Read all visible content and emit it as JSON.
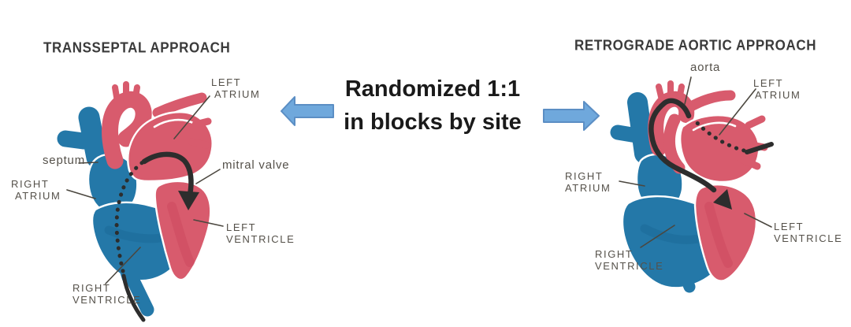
{
  "figure": {
    "center": {
      "text_line1": "Randomized 1:1",
      "text_line2": "in blocks by site",
      "left_arrow_icon": "block-arrow-left",
      "right_arrow_icon": "block-arrow-right"
    },
    "panels": {
      "transseptal": {
        "title": "TRANSSEPTAL APPROACH",
        "labels": {
          "left_atrium": [
            "LEFT",
            "ATRIUM"
          ],
          "septum": [
            "septum"
          ],
          "right_atrium": [
            "RIGHT",
            "ATRIUM"
          ],
          "mitral_valve": [
            "mitral valve"
          ],
          "left_ventricle": [
            "LEFT",
            "VENTRICLE"
          ],
          "right_ventricle": [
            "RIGHT",
            "VENTRICLE"
          ]
        }
      },
      "retrograde": {
        "title": "RETROGRADE AORTIC APPROACH",
        "labels": {
          "aorta": [
            "aorta"
          ],
          "left_atrium": [
            "LEFT",
            "ATRIUM"
          ],
          "right_atrium": [
            "RIGHT",
            "ATRIUM"
          ],
          "right_ventricle": [
            "RIGHT",
            "VENTRICLE"
          ],
          "left_ventricle": [
            "LEFT",
            "VENTRICLE"
          ]
        }
      }
    },
    "colors": {
      "heart_red": "#d85b6d",
      "heart_red_shade": "#c23a52",
      "heart_blue": "#2478a8",
      "heart_blue_shade": "#135f8c",
      "catheter": "#2d2d2d",
      "leader_ink": "#4b473f",
      "label_ink": "#55514a",
      "title_ink": "#3b3b3b",
      "text_ink": "#1a1a1a",
      "arrow_fill": "#6fa8dc",
      "arrow_border": "#5b8ec4"
    }
  }
}
